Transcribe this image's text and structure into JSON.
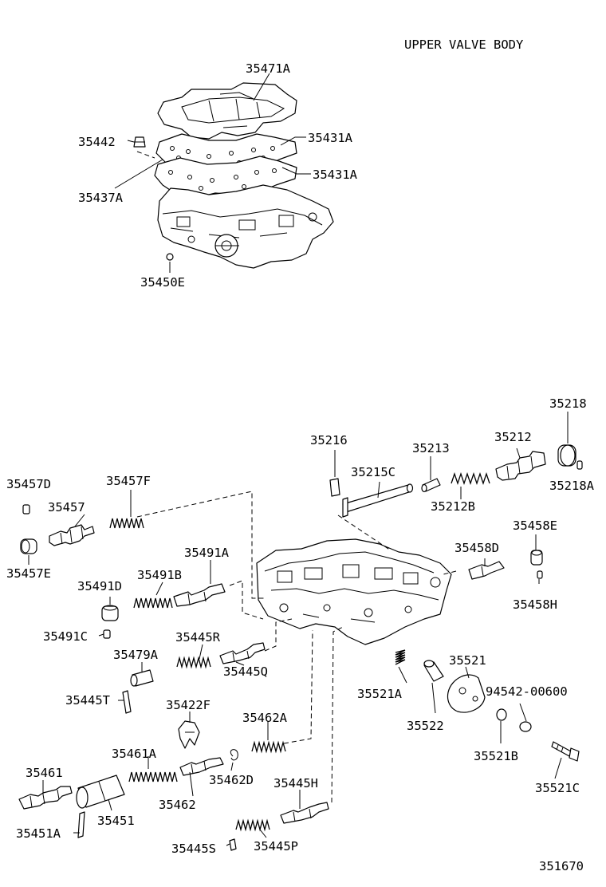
{
  "title": "UPPER VALVE BODY",
  "figure_number": "351670",
  "labels": {
    "l_35471A": "35471A",
    "l_35442": "35442",
    "l_35431A_1": "35431A",
    "l_35431A_2": "35431A",
    "l_35437A": "35437A",
    "l_35450E": "35450E",
    "l_35218": "35218",
    "l_35216": "35216",
    "l_35213": "35213",
    "l_35212": "35212",
    "l_35215C": "35215C",
    "l_35218A": "35218A",
    "l_35212B": "35212B",
    "l_35457D": "35457D",
    "l_35457F": "35457F",
    "l_35457": "35457",
    "l_35458E": "35458E",
    "l_35458D": "35458D",
    "l_35457E": "35457E",
    "l_35491A": "35491A",
    "l_35491D": "35491D",
    "l_35491B": "35491B",
    "l_35458H": "35458H",
    "l_35491C": "35491C",
    "l_35445R": "35445R",
    "l_35479A": "35479A",
    "l_35445Q": "35445Q",
    "l_35521": "35521",
    "l_35521A": "35521A",
    "l_94542": "94542-00600",
    "l_35445T": "35445T",
    "l_35422F": "35422F",
    "l_35522": "35522",
    "l_35462A": "35462A",
    "l_35521B": "35521B",
    "l_35461A": "35461A",
    "l_35461": "35461",
    "l_35462D": "35462D",
    "l_35521C": "35521C",
    "l_35445H": "35445H",
    "l_35451": "35451",
    "l_35462": "35462",
    "l_35451A": "35451A",
    "l_35445S": "35445S",
    "l_35445P": "35445P"
  }
}
